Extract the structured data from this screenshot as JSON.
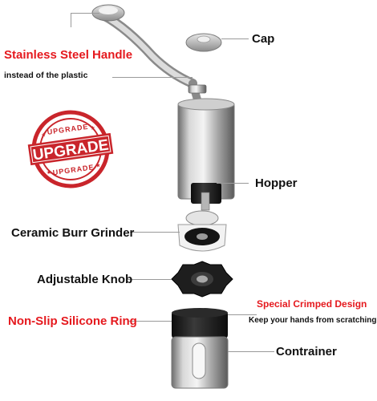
{
  "labels": {
    "handle": "Stainless Steel Handle",
    "handle_note": "instead of the plastic",
    "cap": "Cap",
    "hopper": "Hopper",
    "burr": "Ceramic Burr Grinder",
    "knob": "Adjustable Knob",
    "ring": "Non-Slip Silicone Ring",
    "crimped": "Special Crimped Design",
    "crimped_note": "Keep your hands from scratching",
    "container": "Contrainer"
  },
  "badge": {
    "top": "UPGRADE",
    "center": "UPGRADE",
    "bottom": "UPGRADE"
  },
  "colors": {
    "accent_red": "#e5191e",
    "badge_red": "#c9252b",
    "steel": "#b9b9b9",
    "dark": "#1c1c1c"
  }
}
